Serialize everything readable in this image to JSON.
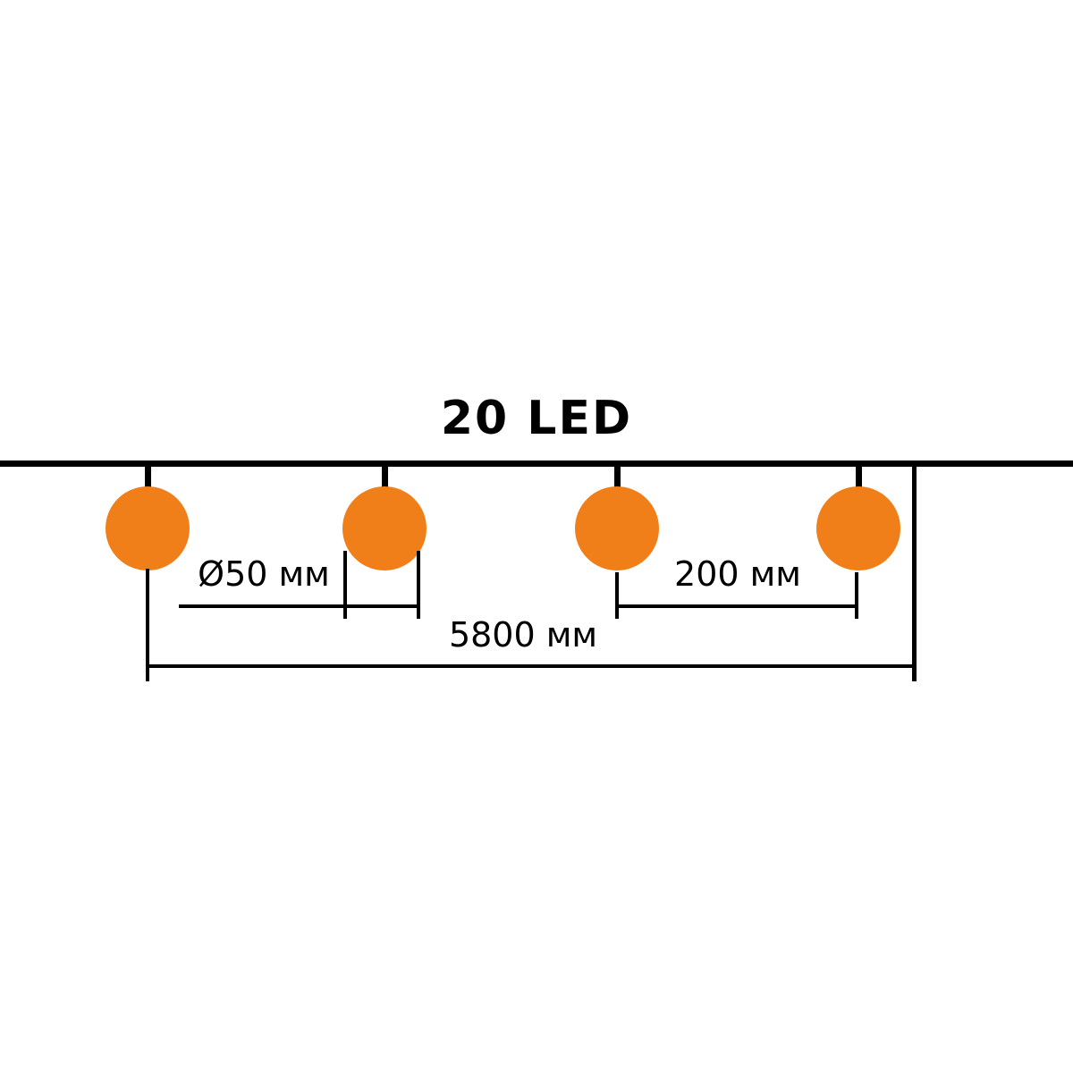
{
  "diagram": {
    "title": "20 LED",
    "dimensions": {
      "bulb_diameter": "Ø50 мм",
      "bulb_spacing": "200 мм",
      "total_length": "5800 мм"
    },
    "colors": {
      "bulb": "#F07F1A",
      "line": "#000000",
      "text": "#000000",
      "background": "#FFFFFF"
    }
  }
}
